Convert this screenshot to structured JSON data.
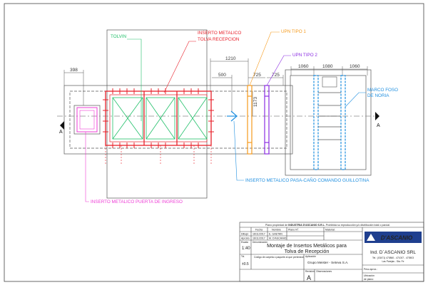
{
  "dimensions": {
    "d398": "398",
    "d1210": "1210",
    "d500": "500",
    "d725a": "725",
    "d725b": "725",
    "d1173": "1173",
    "d1060a": "1060",
    "d1080": "1080",
    "d1060b": "1060"
  },
  "callouts": {
    "tolvin": "TOLVIN",
    "inserto_tolva_1": "INSERTO METALICO",
    "inserto_tolva_2": "TOLVA RECEPCION",
    "upn1": "UPN TIPO 1",
    "upn2": "UPN TIPO 2",
    "marco_1": "MARCO FOSO",
    "marco_2": "DE NORIA",
    "pasacano": "INSERTO METALICO PASA-CAÑO COMANDO GUILLOTINA",
    "puerta": "INSERTO METALICO PUERTA DE INGRESO"
  },
  "section_marks": {
    "left": "A",
    "right": "A"
  },
  "colors": {
    "green": "#22c06a",
    "red": "#e8202a",
    "orange": "#f59a1c",
    "purple": "#8a2be2",
    "blue": "#1f8fe0",
    "magenta": "#ee3bd6",
    "line": "#555555"
  },
  "title_block": {
    "property_note_prefix": "Plano propiedad de ",
    "property_owner": "INDUSTRIA D'ASCANIO S.R.L.",
    "property_note_suffix": " Prohibida su reproducción y/o distribución total o parcial.",
    "h_fecha": "Fecha",
    "h_nombre": "Nombre",
    "h_plano": "Plano N°:",
    "h_material": "Material:",
    "row_dibujo": "Dibujó",
    "dibujo_fecha": "16/11/2017",
    "dibujo_nombre": "E. GAETAN",
    "row_aprobo": "Aprobó",
    "aprobo_fecha": "16/11/2017",
    "aprobo_nombre": "M. D'ASCANIO",
    "h_escala": "Escala",
    "h_denominacion": "Denominación",
    "escala": "1:40",
    "title_1": "Montaje de Insertos Metálicos para",
    "title_2": "Tolva de Recepción",
    "h_tol": "Tol.",
    "tol": "±0.5",
    "h_codigo": "Código de carpeta o paquete al que pertenece",
    "h_aplicacion": "Aplicación",
    "aplicacion": "Grupo Meister - Seteva S.A.",
    "h_revision": "Revisión",
    "revision": "A",
    "h_observaciones": "Observaciones",
    "logo_text": "D'ASCANIO",
    "company": "Ind. D´ASCANIO SRL",
    "contact_1": "Tel.: (03471) 470860 - 471007 - 470503",
    "contact_2": "Las Parejas - Sta. Fe",
    "h_peso": "Peso aprox.:",
    "h_ubicacion_1": "Ubicación",
    "h_ubicacion_2": "de plano:"
  }
}
